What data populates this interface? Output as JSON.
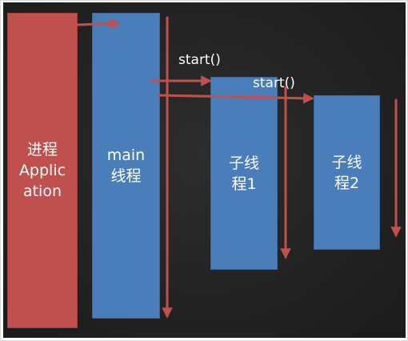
{
  "diagram": {
    "process_box": {
      "lines": [
        "进程",
        "Applic",
        "ation"
      ]
    },
    "main_box": {
      "lines": [
        "main",
        "线程"
      ]
    },
    "child1_box": {
      "lines": [
        "子线",
        "程1"
      ]
    },
    "child2_box": {
      "lines": [
        "子线",
        "程2"
      ]
    },
    "labels": {
      "start_1": "start()",
      "start_2": "start()"
    }
  },
  "colors": {
    "background": "#252525",
    "process_box": "#c0504d",
    "thread_box": "#4a7ebb",
    "arrow": "#c0504d",
    "text": "#ffffff"
  }
}
